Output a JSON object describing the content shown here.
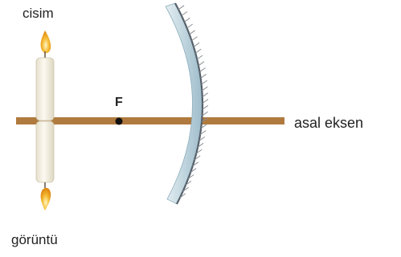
{
  "labels": {
    "object": "cisim",
    "image": "görüntü",
    "focal_point": "F",
    "principal_axis": "asal eksen"
  },
  "colors": {
    "axis": "#b07a3e",
    "candle_body": "#f6f3e8",
    "flame": "#f0a41c",
    "mirror_glass": "#bcd3dd",
    "mirror_back": "#55606a",
    "hatch": "#8a8f94",
    "focal_dot": "#111111",
    "text": "#222222"
  },
  "elements": {
    "mirror": "concave-mirror",
    "object": "candle",
    "image": "inverted-candle",
    "focal_marker": "focal-point-dot"
  }
}
